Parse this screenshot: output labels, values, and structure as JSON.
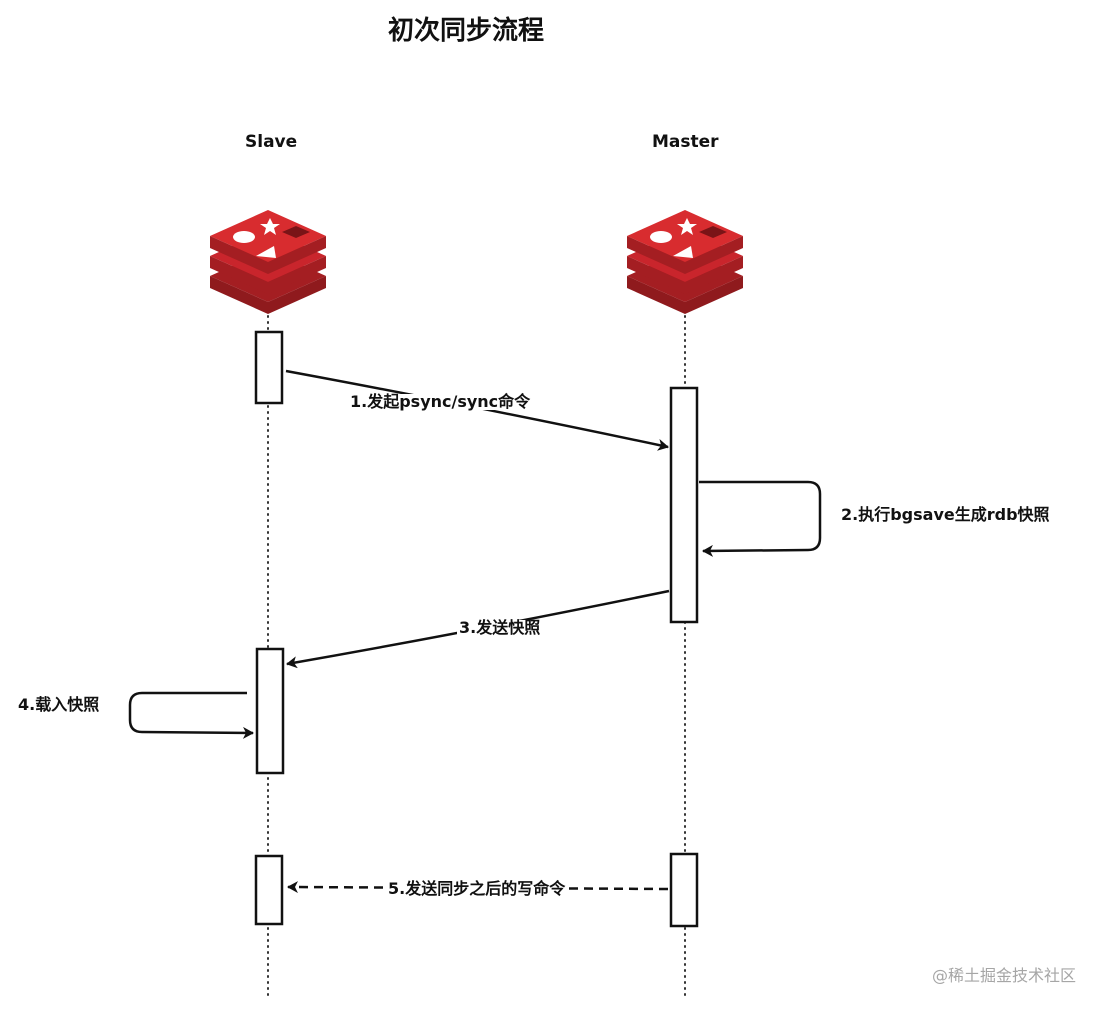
{
  "title": "初次同步流程",
  "actors": {
    "slave": "Slave",
    "master": "Master"
  },
  "messages": {
    "m1": "1.发起psync/sync命令",
    "m2": "2.执行bgsave生成rdb快照",
    "m3": "3.发送快照",
    "m4": "4.载入快照",
    "m5": "5.发送同步之后的写命令"
  },
  "watermark": "@稀土掘金技术社区",
  "colors": {
    "redis_red": "#c9252c",
    "redis_dark": "#a41e22",
    "line": "#111111",
    "watermark": "#a6a6a6"
  },
  "icons": {
    "actor_icon": "redis-logo-icon"
  }
}
